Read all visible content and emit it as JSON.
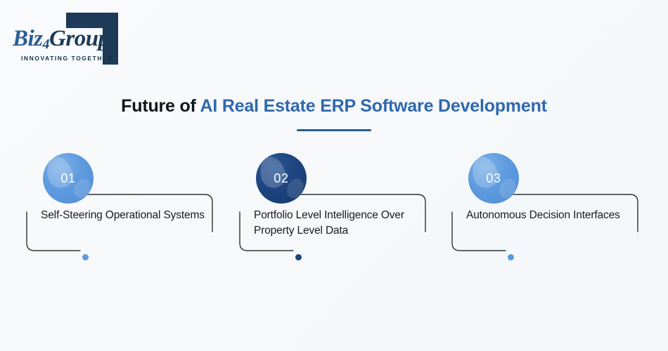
{
  "brand": {
    "wordmark_part1": "Biz",
    "wordmark_part2": "4",
    "wordmark_part3": "Group",
    "tagline": "INNOVATING TOGETHER",
    "bracket_color": "#1d3b57",
    "wordmark_blue": "#2b5f94",
    "wordmark_navy": "#1d3b57"
  },
  "title": {
    "lead": "Future of ",
    "accent": "AI Real Estate ERP Software Development",
    "lead_color": "#10151c",
    "accent_color": "#2f68ad",
    "rule_color": "#2a5e8c"
  },
  "cards": [
    {
      "number": "01",
      "text": "Self-Steering Operational Systems",
      "badge_style": "light",
      "badge_color": "#5e9ade",
      "dot_color": "#5b9bd8"
    },
    {
      "number": "02",
      "text": "Portfolio Level Intelligence Over Property Level Data",
      "badge_style": "dark",
      "badge_color": "#1d4480",
      "dot_color": "#1d4480"
    },
    {
      "number": "03",
      "text": "Autonomous Decision Interfaces",
      "badge_style": "light",
      "badge_color": "#5e9ade",
      "dot_color": "#5b9bd8"
    }
  ],
  "theme": {
    "background": "#f7f9fb",
    "bracket_stroke": "#2e3338"
  }
}
